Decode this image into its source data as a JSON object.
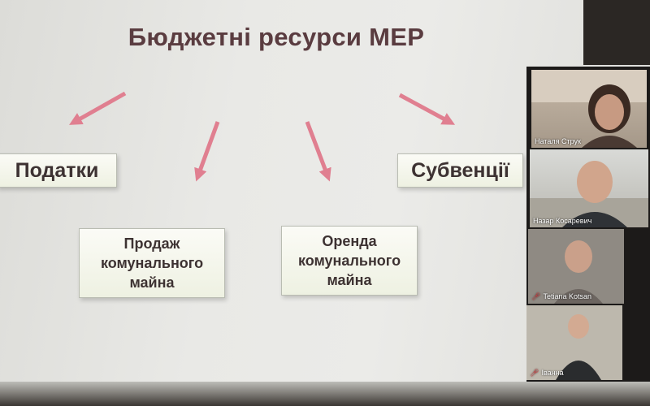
{
  "slide": {
    "title": "Бюджетні ресурси МЕР",
    "boxes": {
      "podatky": "Податки",
      "subventsii": "Субвенції",
      "prodazh": "Продаж\nкомунального\nмайна",
      "orenda": "Оренда\nкомунального\nмайна"
    }
  },
  "participants": [
    {
      "name": "Наталя Струк",
      "muted": false
    },
    {
      "name": "Назар Косаревич",
      "muted": false
    },
    {
      "name": "Tetiana Kotsan",
      "muted": true
    },
    {
      "name": "Іванна",
      "muted": true
    }
  ],
  "colors": {
    "arrow": "#e07f90",
    "title": "#5a3c40",
    "mic_muted": "#e0393e"
  },
  "icons": {
    "muted_mic": "microphone-muted-icon"
  }
}
